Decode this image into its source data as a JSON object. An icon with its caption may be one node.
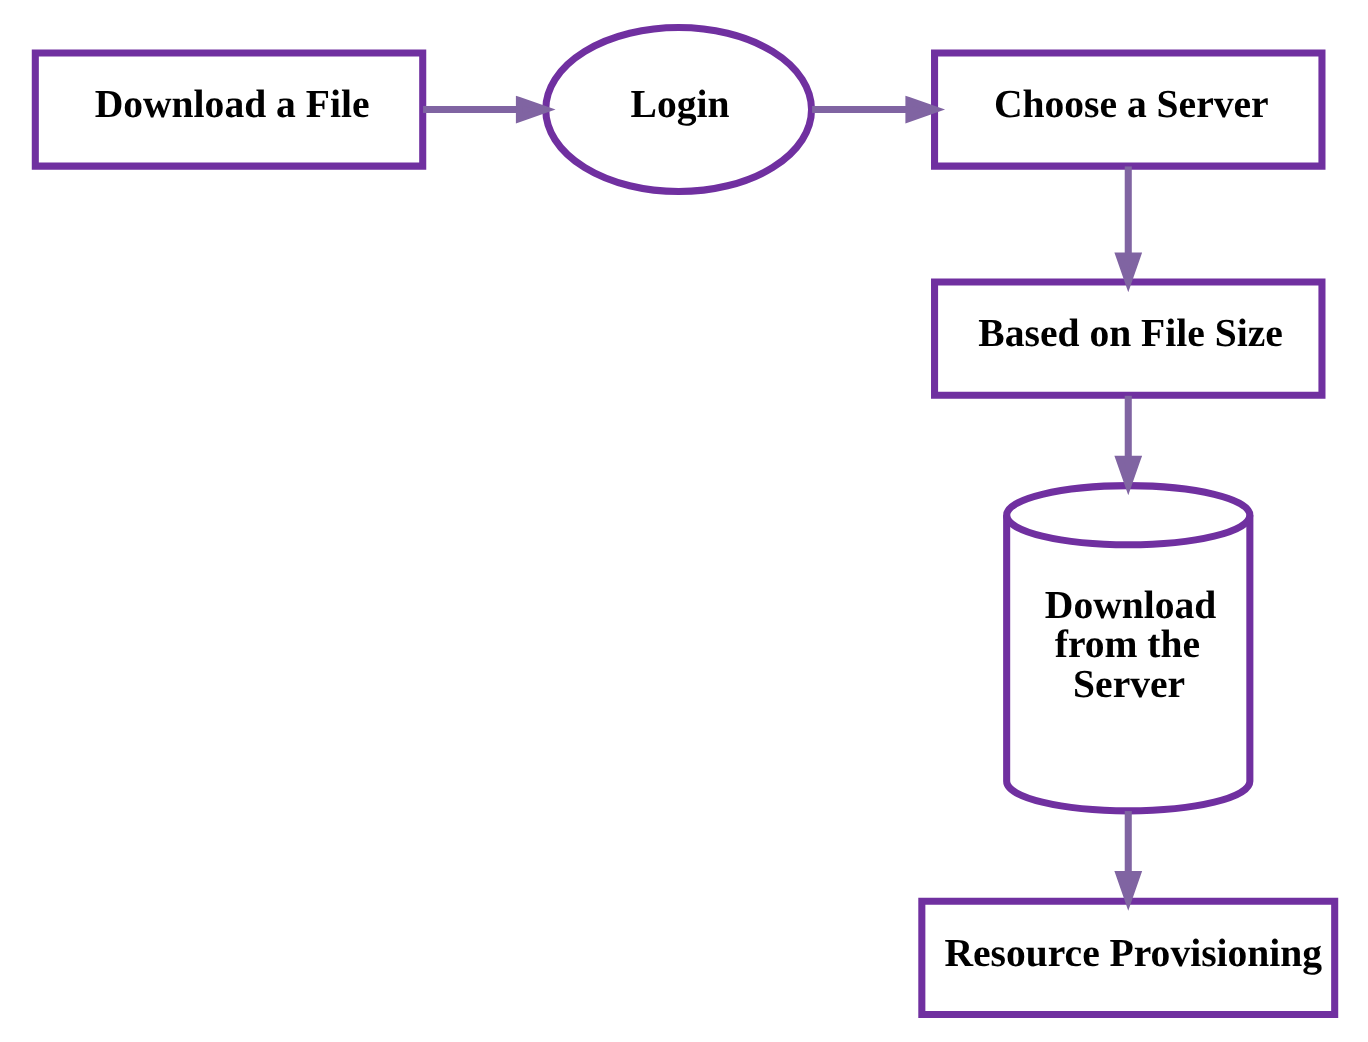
{
  "diagram": {
    "nodes": [
      {
        "text": [
          "Download a File"
        ]
      },
      {
        "text": [
          "Login"
        ]
      },
      {
        "text": [
          "Choose a Server"
        ]
      },
      {
        "text": [
          "Based on File Size"
        ]
      },
      {
        "text": [
          "Download from the Server"
        ]
      },
      {
        "text": [
          "Resource Provisioning"
        ]
      }
    ],
    "edges": [
      {
        "from": 0,
        "to": 1,
        "arrow": "to"
      },
      {
        "from": 1,
        "to": 2,
        "arrow": "to"
      },
      {
        "from": 2,
        "to": 3,
        "arrow": "to"
      },
      {
        "from": 3,
        "to": 4,
        "arrow": "to"
      },
      {
        "from": 4,
        "to": 5,
        "arrow": "to"
      }
    ]
  }
}
